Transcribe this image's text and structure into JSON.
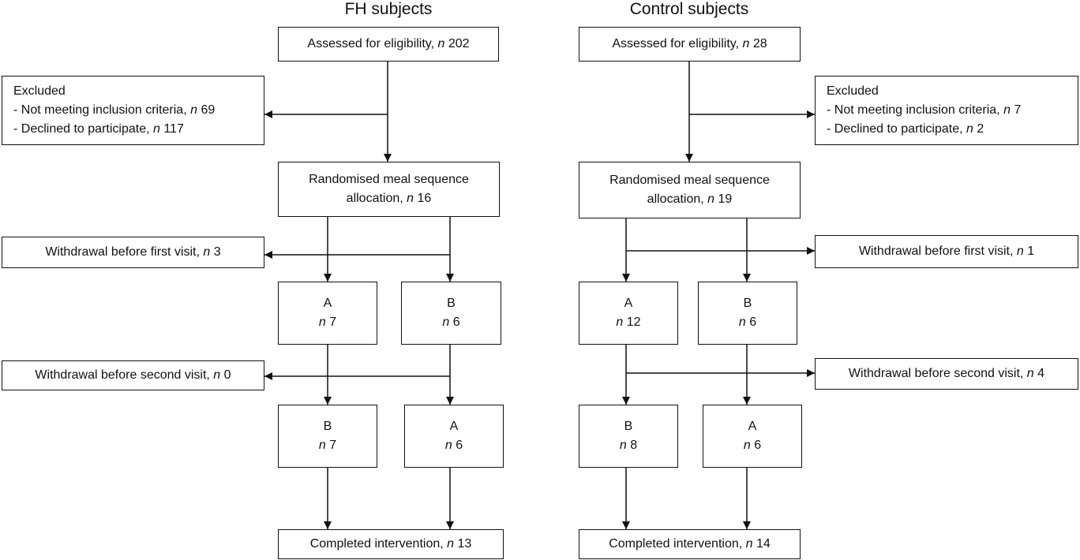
{
  "headings": {
    "fh": "FH subjects",
    "control": "Control subjects"
  },
  "n_label": "n",
  "fh": {
    "assessed": {
      "text": "Assessed for eligibility, ",
      "n": "202"
    },
    "excluded": {
      "title": "Excluded",
      "line1": {
        "text": "- Not meeting inclusion criteria, ",
        "n": "69"
      },
      "line2": {
        "text": "- Declined to participate, ",
        "n": "117"
      }
    },
    "randomised": {
      "line1": "Randomised meal sequence",
      "line2": "allocation, ",
      "n": "16"
    },
    "withdrawal_first": {
      "text": "Withdrawal before first visit, ",
      "n": "3"
    },
    "visit1_a": {
      "label": "A",
      "n": "7"
    },
    "visit1_b": {
      "label": "B",
      "n": "6"
    },
    "withdrawal_second": {
      "text": "Withdrawal before second visit, ",
      "n": "0"
    },
    "visit2_b": {
      "label": "B",
      "n": "7"
    },
    "visit2_a": {
      "label": "A",
      "n": "6"
    },
    "completed": {
      "text": "Completed intervention, ",
      "n": "13"
    }
  },
  "control": {
    "assessed": {
      "text": "Assessed for eligibility, ",
      "n": "28"
    },
    "excluded": {
      "title": "Excluded",
      "line1": {
        "text": "- Not meeting inclusion criteria, ",
        "n": "7"
      },
      "line2": {
        "text": "- Declined to participate, ",
        "n": "2"
      }
    },
    "randomised": {
      "line1": "Randomised meal sequence",
      "line2": "allocation, ",
      "n": "19"
    },
    "withdrawal_first": {
      "text": "Withdrawal before first visit, ",
      "n": "1"
    },
    "visit1_a": {
      "label": "A",
      "n": "12"
    },
    "visit1_b": {
      "label": "B",
      "n": "6"
    },
    "withdrawal_second": {
      "text": "Withdrawal before second visit, ",
      "n": "4"
    },
    "visit2_b": {
      "label": "B",
      "n": "8"
    },
    "visit2_a": {
      "label": "A",
      "n": "6"
    },
    "completed": {
      "text": "Completed intervention, ",
      "n": "14"
    }
  }
}
